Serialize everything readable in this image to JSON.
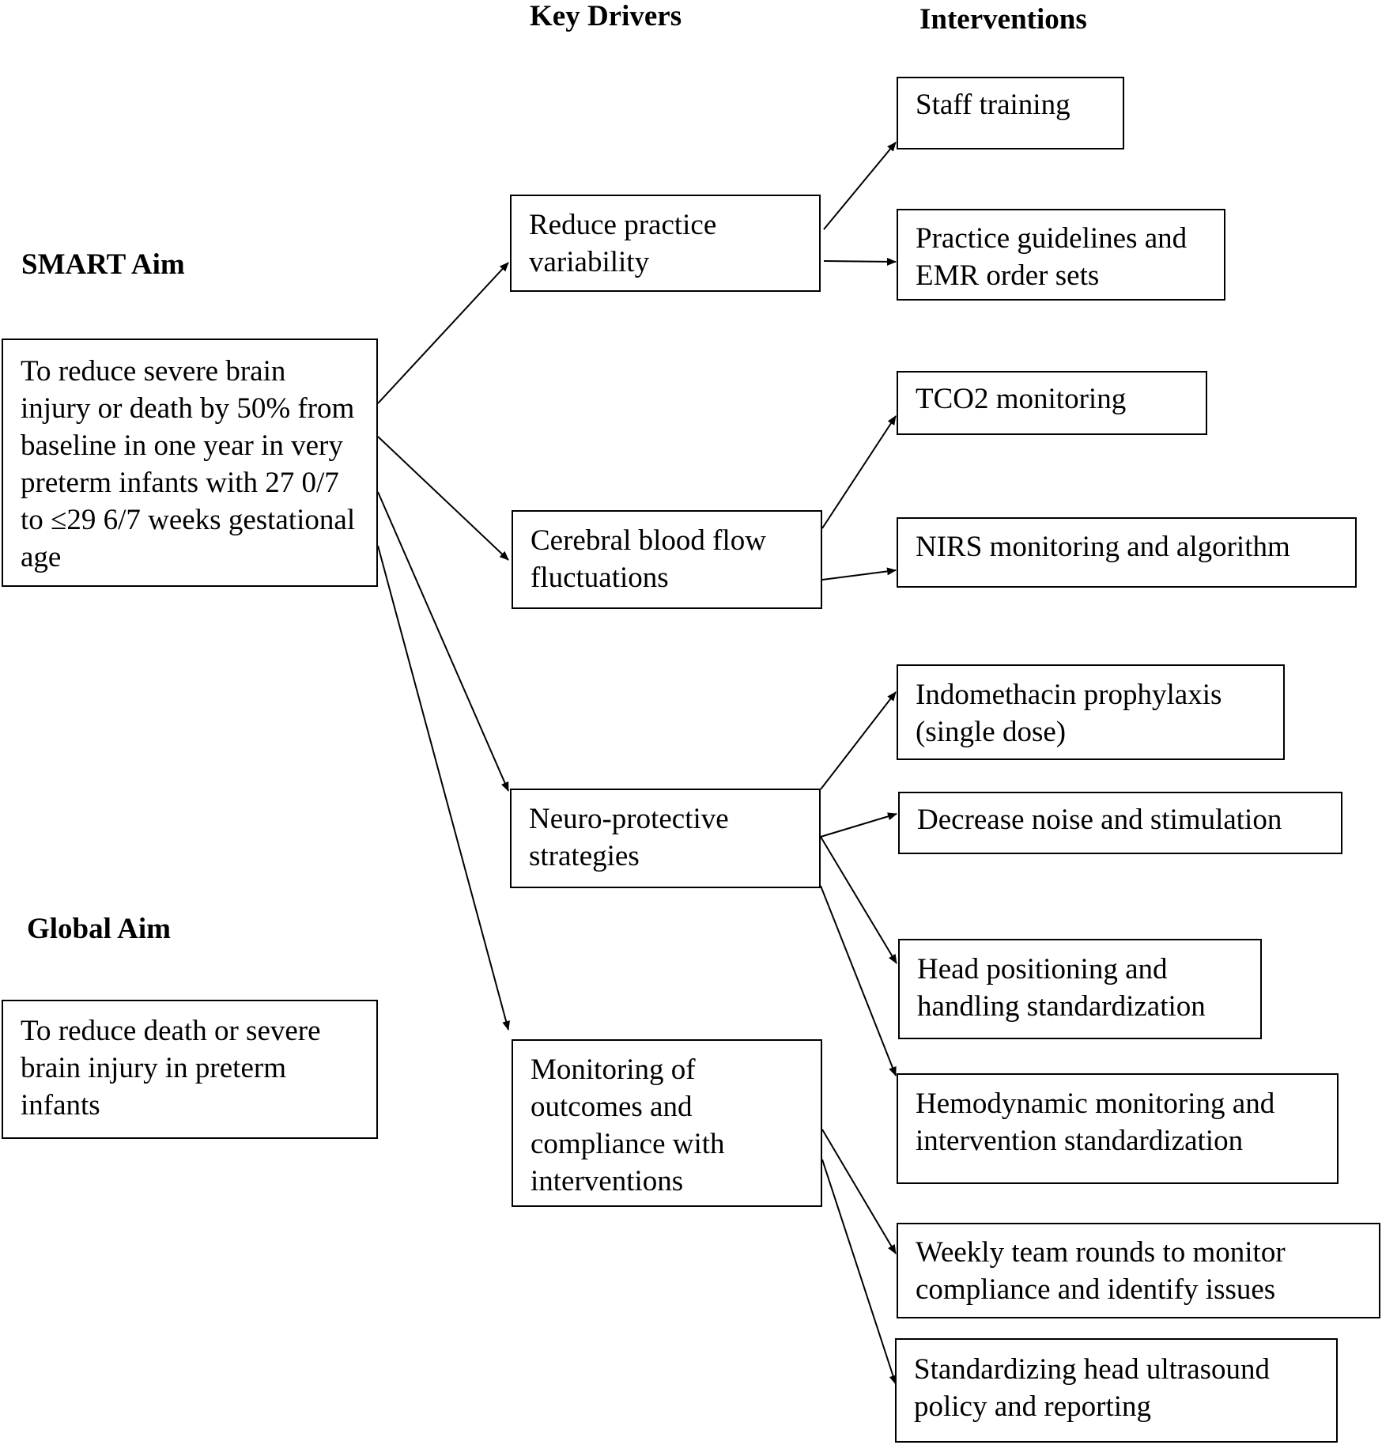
{
  "headings": {
    "key_drivers": "Key Drivers",
    "interventions": "Interventions",
    "smart_aim": "SMART Aim",
    "global_aim": "Global Aim"
  },
  "smart_aim_text": "To reduce severe brain injury or death by 50% from baseline in one year in very preterm infants with 27 0/7 to ≤29 6/7 weeks gestational age",
  "global_aim_text": "To reduce death or severe brain injury in preterm infants",
  "drivers": [
    {
      "label": "Reduce practice variability"
    },
    {
      "label": "Cerebral blood flow fluctuations"
    },
    {
      "label": "Neuro-protective strategies"
    },
    {
      "label": "Monitoring of outcomes and compliance with interventions"
    }
  ],
  "interventions": [
    {
      "label": "Staff training"
    },
    {
      "label": "Practice guidelines and EMR order sets"
    },
    {
      "label": "TCO2 monitoring"
    },
    {
      "label": "NIRS monitoring and algorithm"
    },
    {
      "label": "Indomethacin prophylaxis (single dose)"
    },
    {
      "label": "Decrease noise and stimulation"
    },
    {
      "label": "Head positioning and handling standardization"
    },
    {
      "label": "Hemodynamic monitoring and intervention standardization"
    },
    {
      "label": "Weekly team rounds to monitor compliance and identify issues"
    },
    {
      "label": "Standardizing head ultrasound policy and reporting"
    }
  ]
}
